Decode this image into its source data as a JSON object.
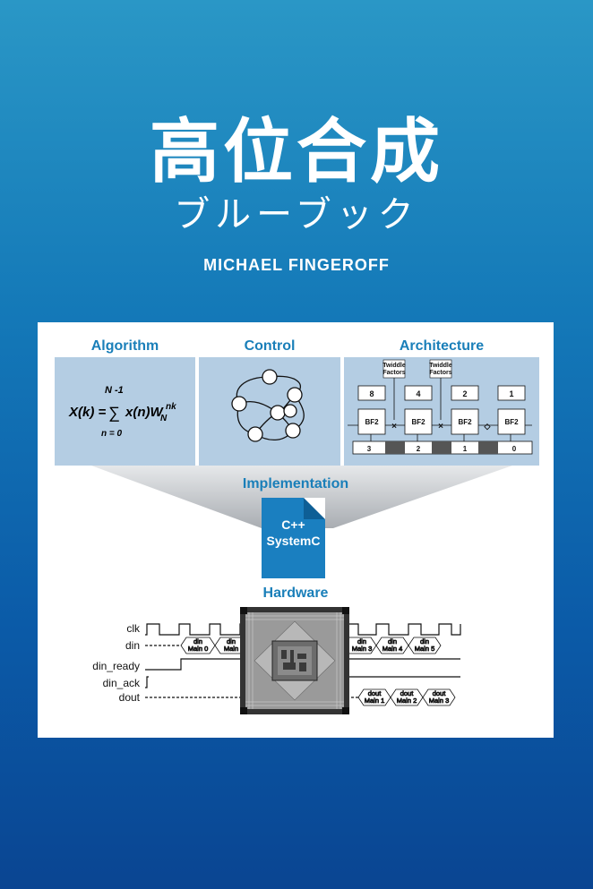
{
  "cover": {
    "title": "高位合成",
    "subtitle": "ブルーブック",
    "author": "MICHAEL FINGEROFF"
  },
  "figure": {
    "headers": {
      "algorithm": "Algorithm",
      "control": "Control",
      "architecture": "Architecture",
      "implementation": "Implementation",
      "hardware": "Hardware"
    },
    "formula": {
      "lhs": "X(k) =",
      "sum": "∑",
      "upper": "N -1",
      "lower": "n = 0",
      "rhs": "x(n)W",
      "sub": "N",
      "sup": "nk"
    },
    "architecture": {
      "twiddle_1": "Twiddle",
      "twiddle_2": "Factors",
      "stage_counts": [
        "8",
        "4",
        "2",
        "1"
      ],
      "bf_label": "BF2",
      "bottom_counts": [
        "3",
        "2",
        "1",
        "0"
      ]
    },
    "file": {
      "line1": "C++",
      "line2": "SystemC"
    },
    "signals": [
      "clk",
      "din",
      "din_ready",
      "din_ack",
      "dout"
    ],
    "din_labels_left": [
      [
        "din",
        "Main 0"
      ],
      [
        "din",
        "Main"
      ]
    ],
    "din_labels_right": [
      [
        "din",
        "Main 3"
      ],
      [
        "din",
        "Main 4"
      ],
      [
        "din",
        "Main 5"
      ]
    ],
    "dout_labels": [
      [
        "dout",
        "Main 1"
      ],
      [
        "dout",
        "Main 2"
      ],
      [
        "dout",
        "Main 3"
      ]
    ]
  },
  "colors": {
    "accent": "#1a7fb9",
    "box": "#b4cde3",
    "background_top": "#2a97c6",
    "background_bottom": "#0a4592"
  }
}
